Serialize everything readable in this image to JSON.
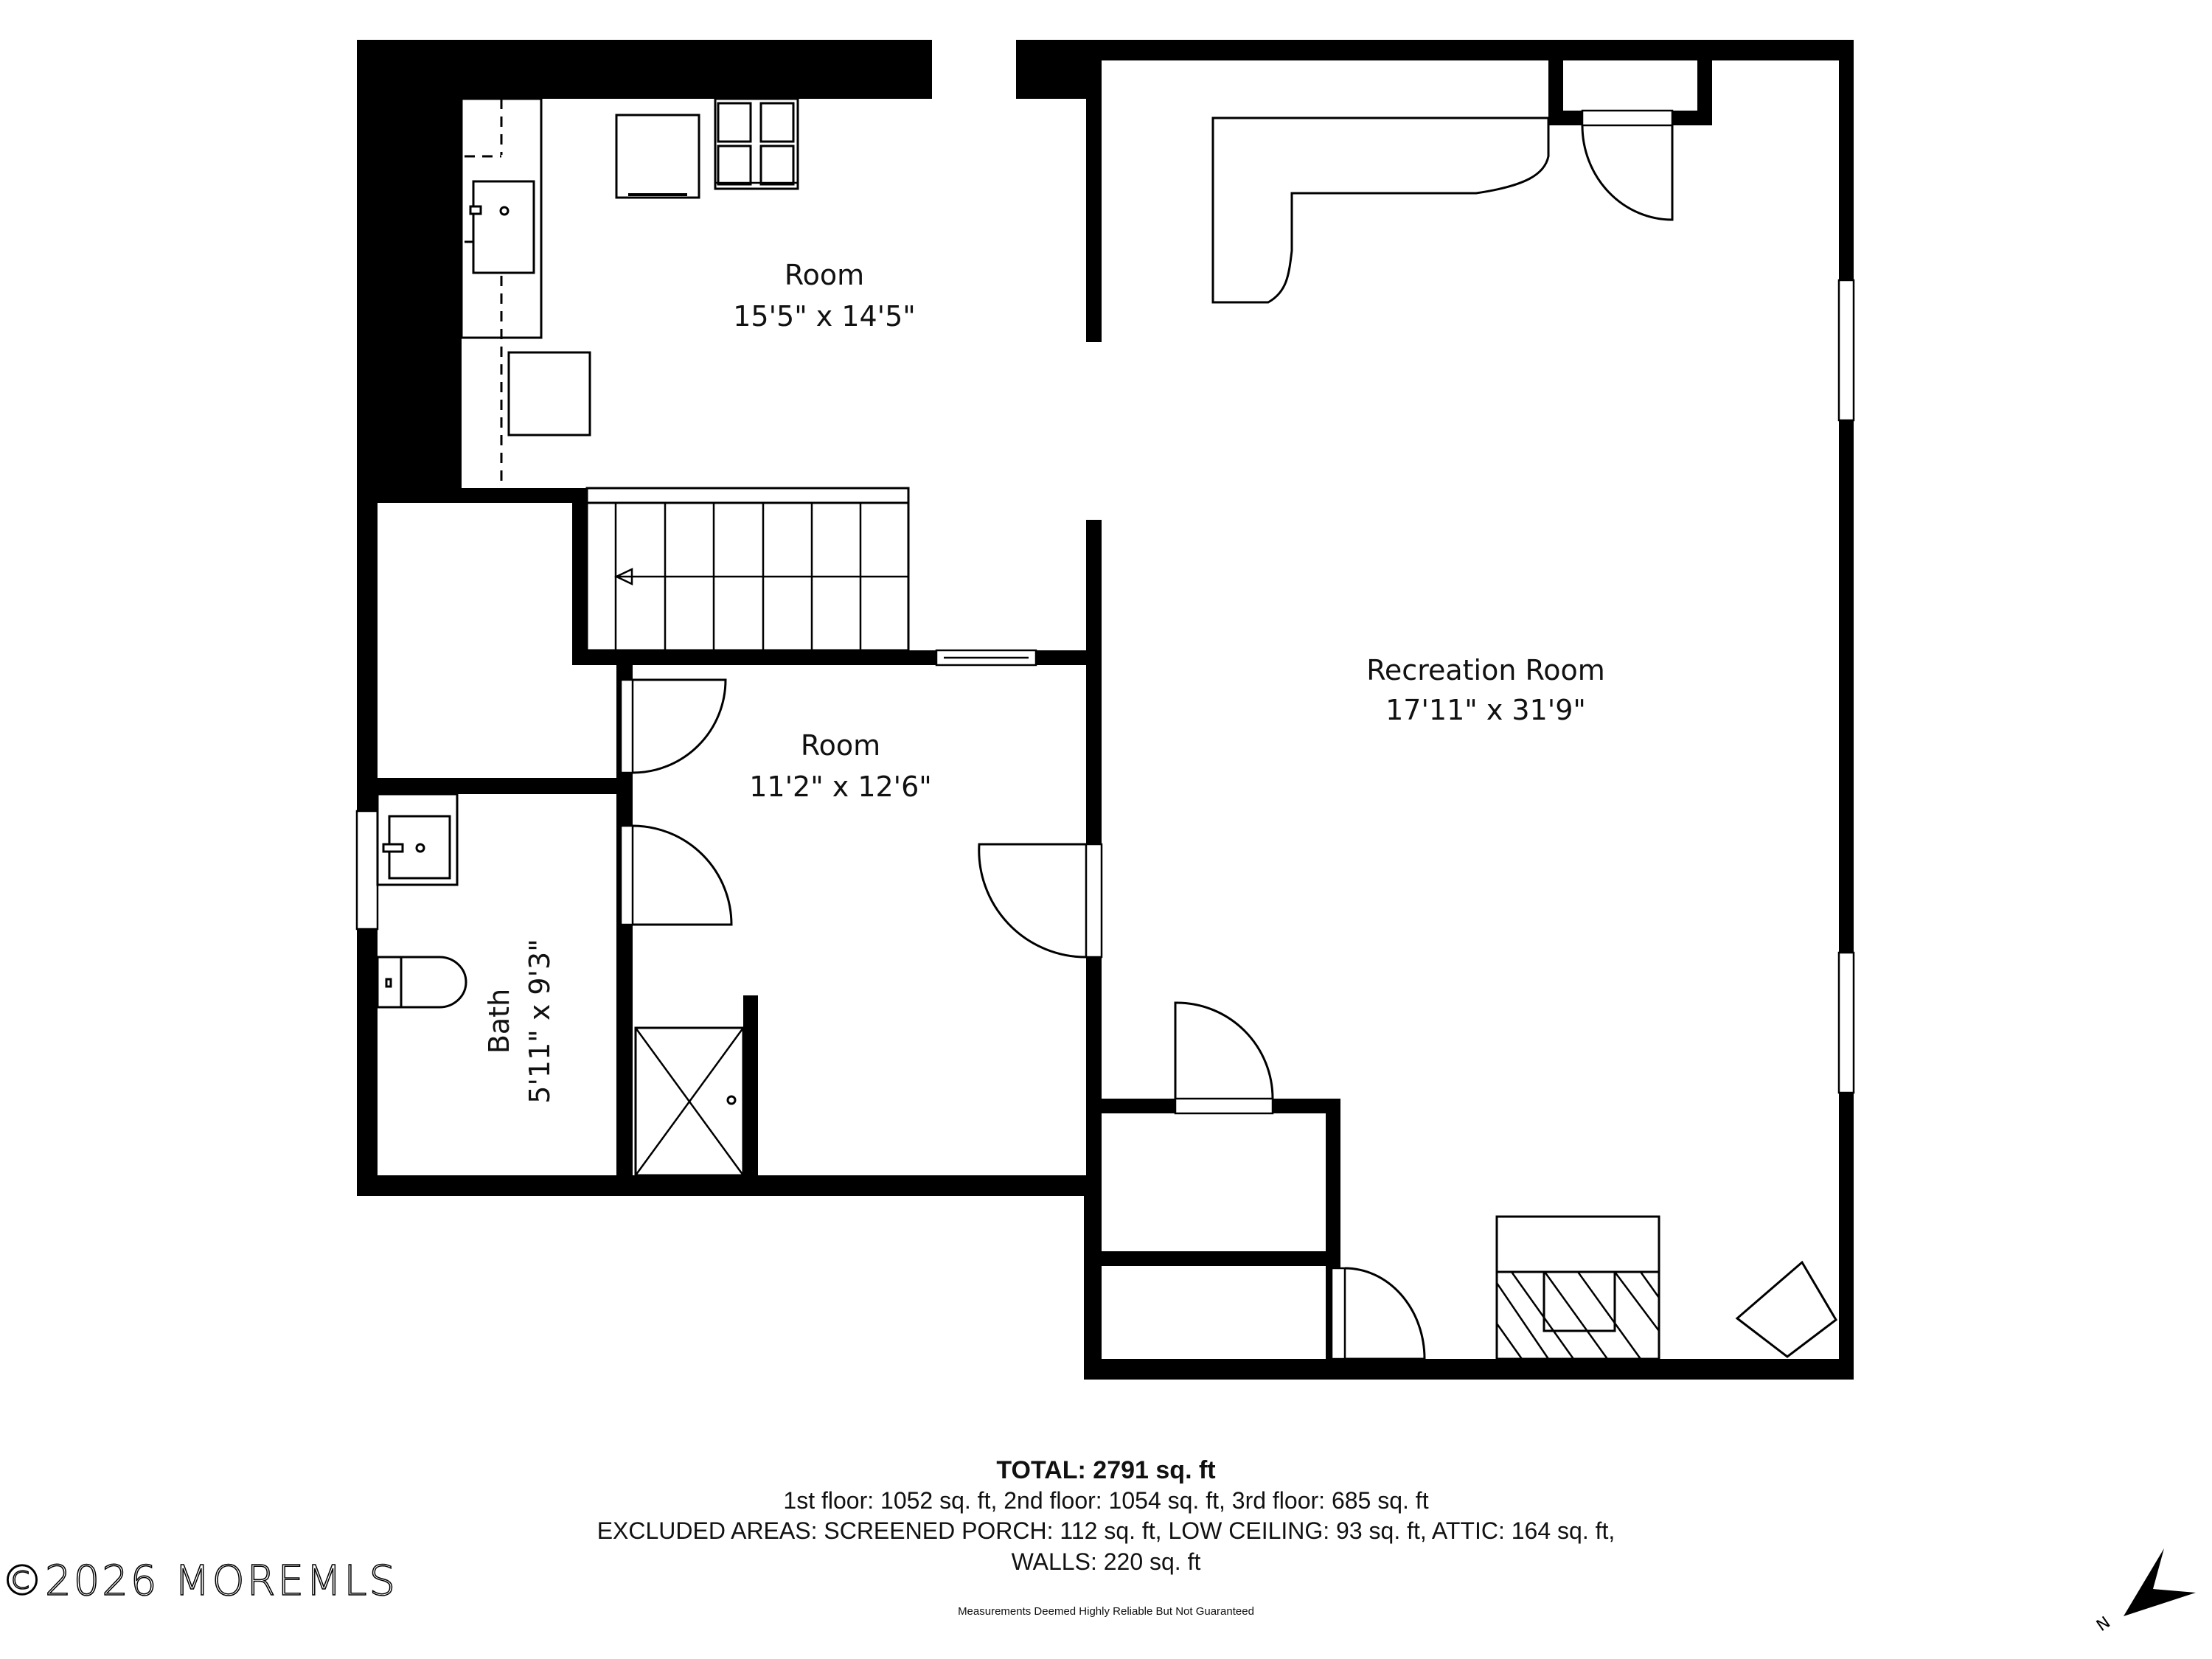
{
  "floorplan": {
    "rooms": [
      {
        "id": "kitchen",
        "name": "Room",
        "dimensions": "15'5\" x 14'5\""
      },
      {
        "id": "recreation",
        "name": "Recreation Room",
        "dimensions": "17'11\" x 31'9\""
      },
      {
        "id": "middle-room",
        "name": "Room",
        "dimensions": "11'2\" x 12'6\""
      },
      {
        "id": "bath",
        "name": "Bath",
        "dimensions": "5'11\" x 9'3\""
      }
    ],
    "fixtures": [
      "stove-icon",
      "refrigerator-icon",
      "kitchen-sink-icon",
      "dishwasher-icon",
      "stairs-icon",
      "toilet-icon",
      "bath-sink-icon",
      "shower-icon",
      "fireplace-icon",
      "bar-counter",
      "water-heater-icon"
    ]
  },
  "summary": {
    "total": "TOTAL: 2791 sq. ft",
    "floors": "1st floor: 1052 sq. ft, 2nd floor: 1054 sq. ft, 3rd floor: 685 sq. ft",
    "excluded": "EXCLUDED AREAS: SCREENED PORCH: 112 sq. ft, LOW CEILING: 93 sq. ft, ATTIC: 164 sq. ft,",
    "walls": "WALLS: 220 sq. ft",
    "disclaimer": "Measurements Deemed Highly Reliable But Not Guaranteed"
  },
  "watermark": "©2026 MOREMLS",
  "compass": {
    "label": "N"
  }
}
